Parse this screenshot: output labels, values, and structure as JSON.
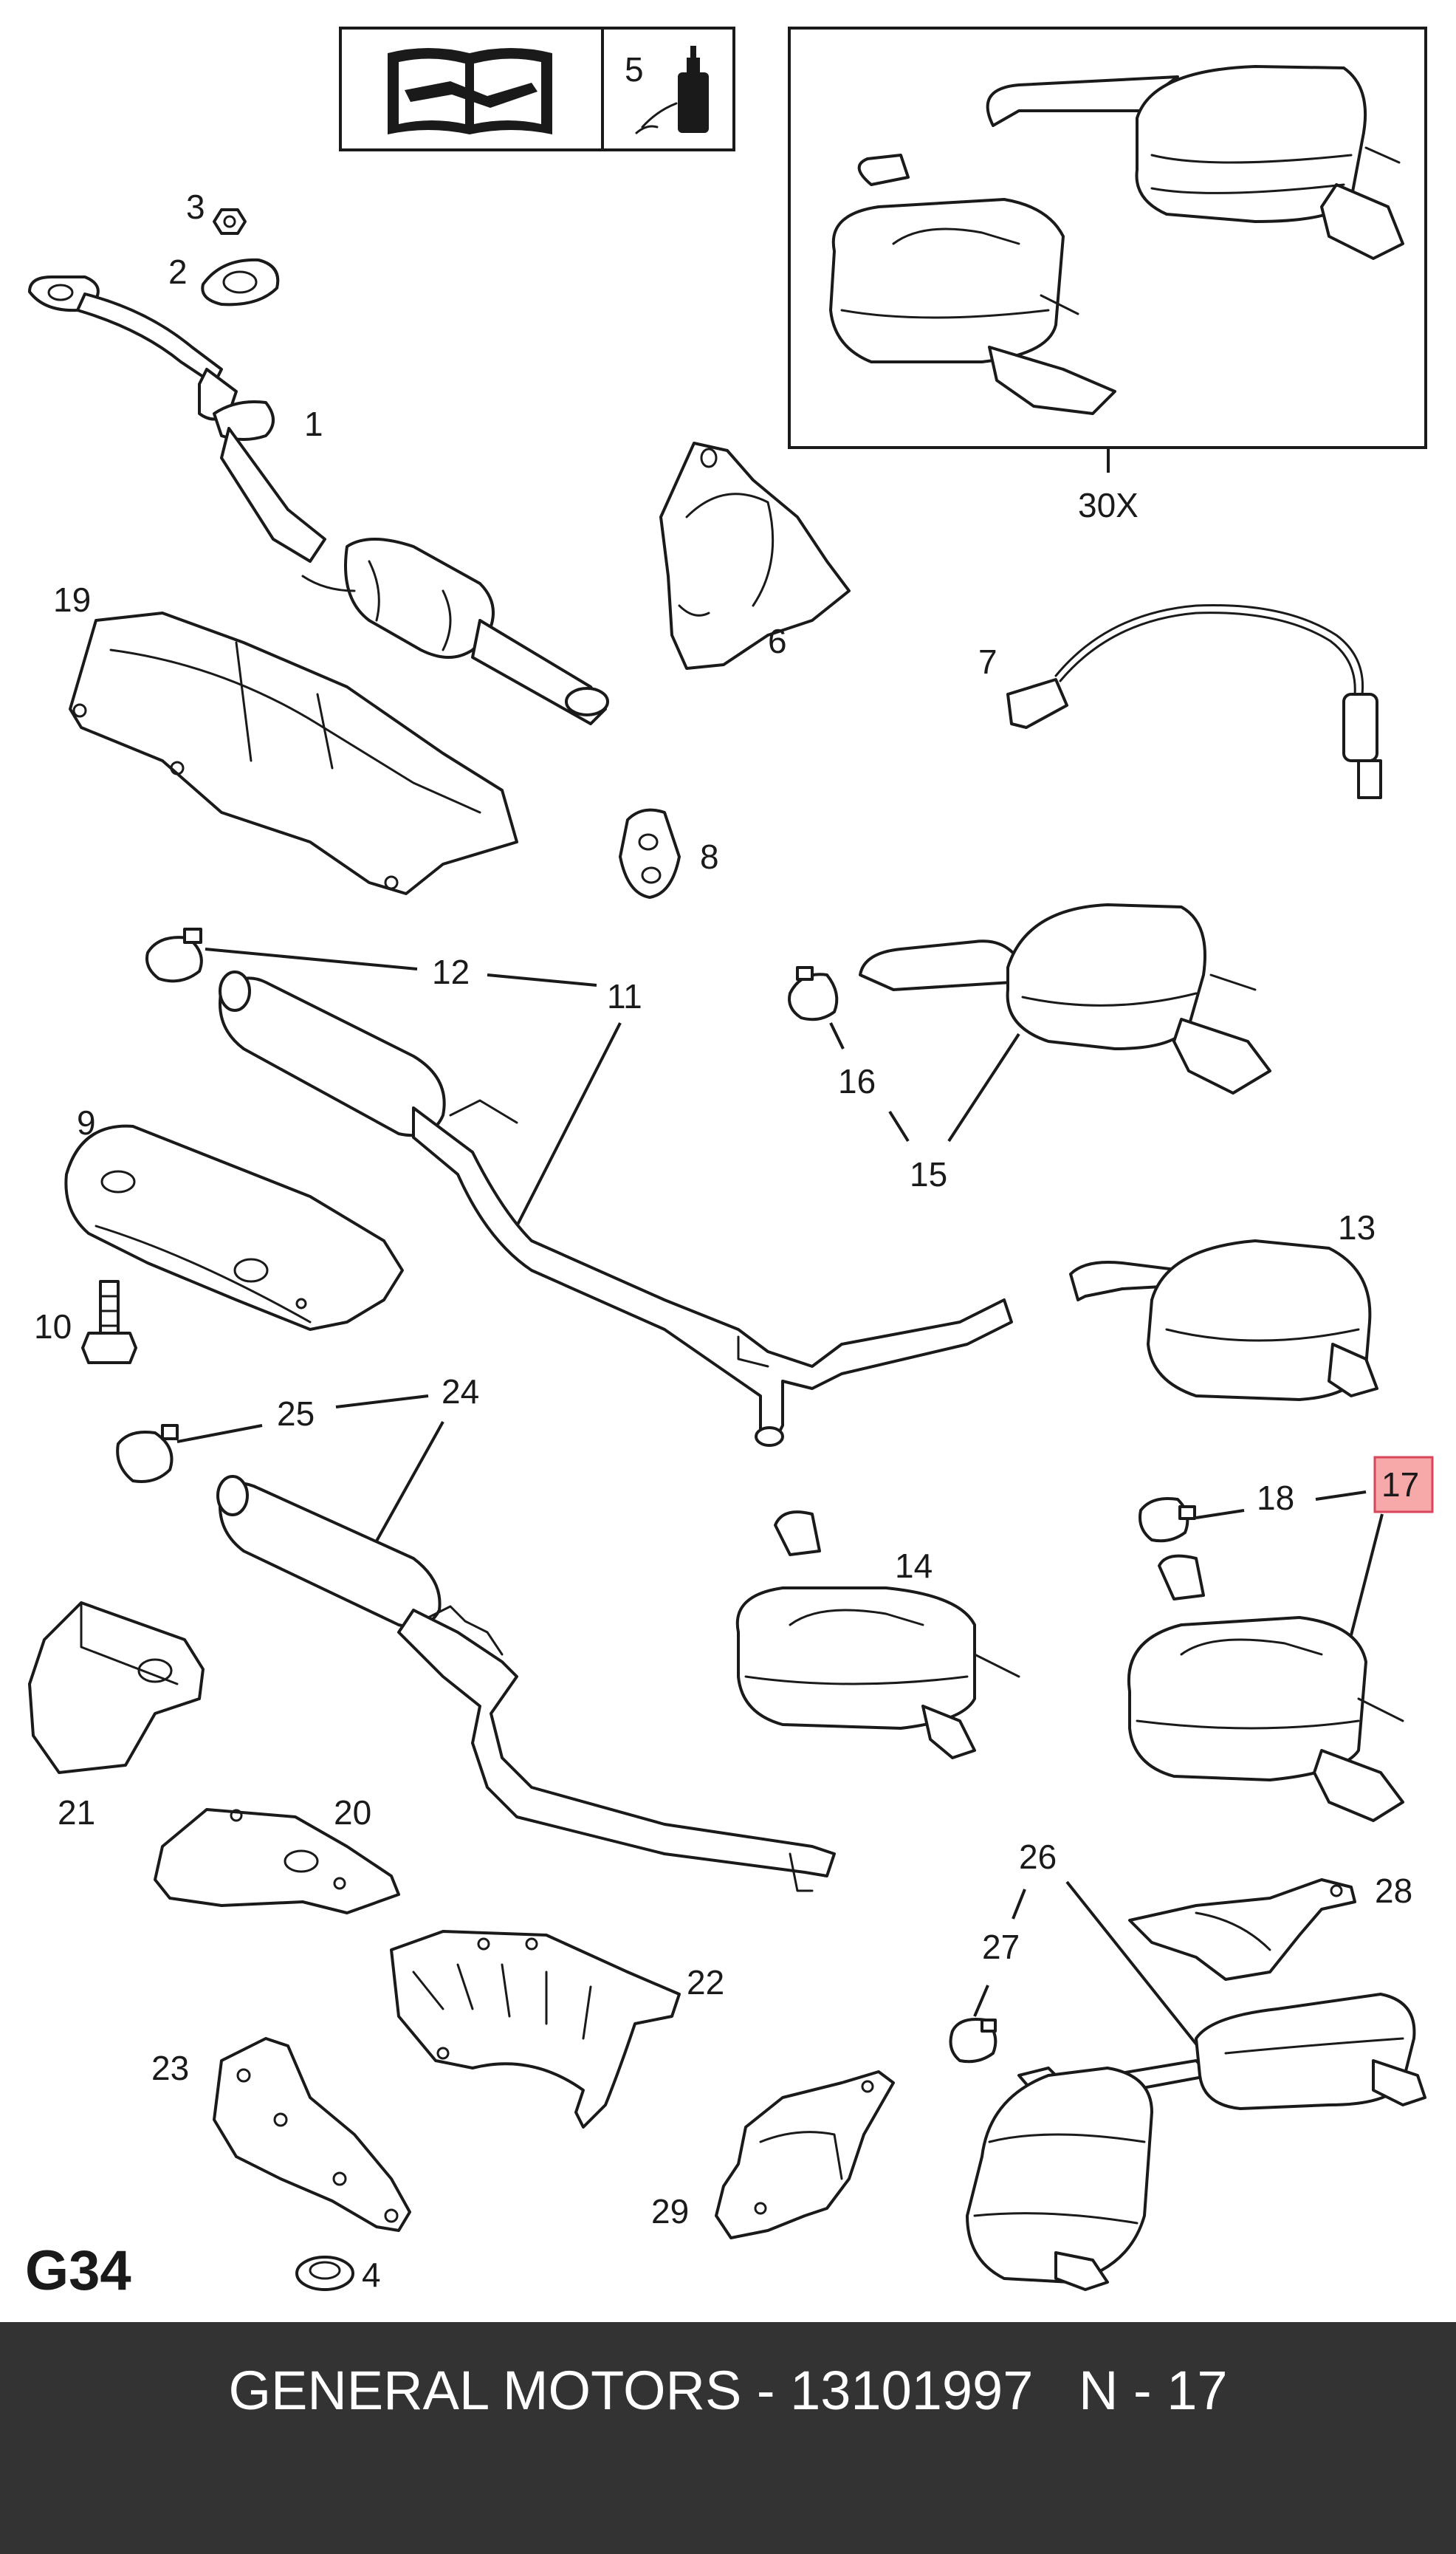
{
  "page_code": "G34",
  "highlight_color": "#f7a8a8",
  "callouts": {
    "c1": "1",
    "c2": "2",
    "c3": "3",
    "c4": "4",
    "c5": "5",
    "c6": "6",
    "c7": "7",
    "c8": "8",
    "c9": "9",
    "c10": "10",
    "c11": "11",
    "c12": "12",
    "c13": "13",
    "c14": "14",
    "c15": "15",
    "c16": "16",
    "c17": "17",
    "c18": "18",
    "c19": "19",
    "c20": "20",
    "c21": "21",
    "c22": "22",
    "c23": "23",
    "c24": "24",
    "c25": "25",
    "c26": "26",
    "c27": "27",
    "c28": "28",
    "c29": "29",
    "c30x": "30X"
  },
  "highlighted_callout": "17",
  "footer": {
    "text": "GENERAL MOTORS - 13101997   N - 17"
  },
  "icons": [
    "repair-manual-icon",
    "sealant-bottle-icon"
  ]
}
